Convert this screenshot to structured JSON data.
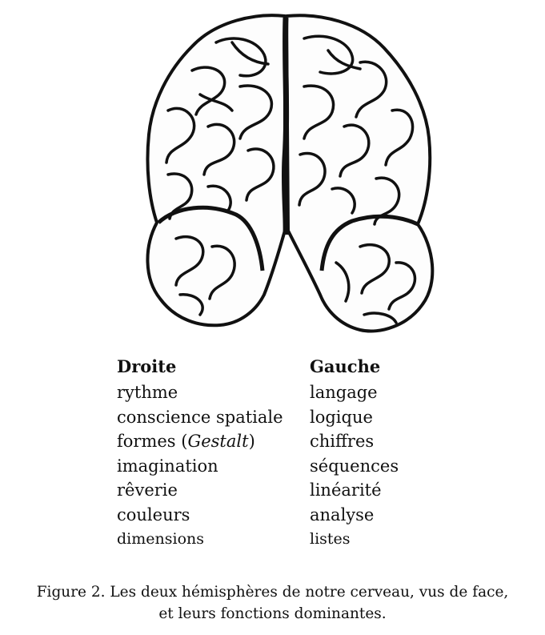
{
  "columns": [
    {
      "heading": "Droite",
      "items": [
        {
          "text": "rythme"
        },
        {
          "text": "conscience spatiale"
        },
        {
          "text_before": "formes (",
          "text_italic": "Gestalt",
          "text_after": ")"
        },
        {
          "text": "imagination"
        },
        {
          "text": "rêverie"
        },
        {
          "text": "couleurs"
        },
        {
          "text": "dimensions"
        }
      ]
    },
    {
      "heading": "Gauche",
      "items": [
        {
          "text": "langage"
        },
        {
          "text": "logique"
        },
        {
          "text": "chiffres"
        },
        {
          "text": "séquences"
        },
        {
          "text": "linéarité"
        },
        {
          "text": "analyse"
        },
        {
          "text": "listes"
        }
      ]
    }
  ],
  "caption": {
    "line1": "Figure 2. Les deux hémisphères de notre cerveau, vus de face,",
    "line2": "et leurs fonctions dominantes."
  },
  "colors": {
    "ink": "#111111",
    "paper": "#ffffff"
  }
}
